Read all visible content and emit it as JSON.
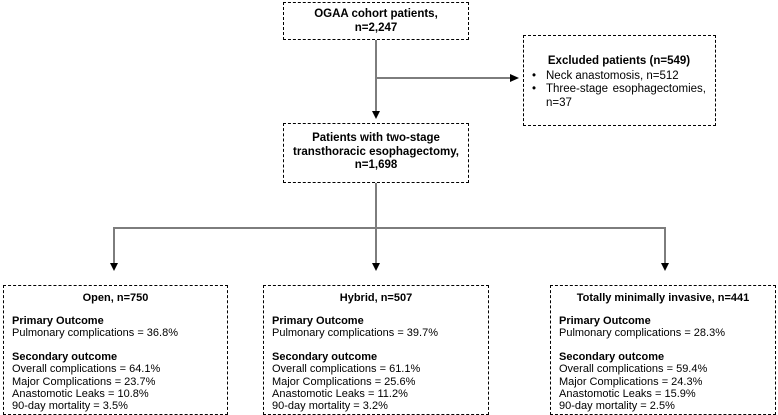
{
  "figure": {
    "top_box": {
      "line1": "OGAA cohort patients,",
      "line2": "n=2,247"
    },
    "excluded_box": {
      "title": "Excluded patients (n=549)",
      "bullet_glyph": "•",
      "item1": "Neck anastomosis, n=512",
      "item2_word1": "Three-stage",
      "item2_word2": "esophagectomies,",
      "item2_line2": "n=37"
    },
    "middle_box": {
      "line1": "Patients with two-stage",
      "line2": "transthoracic esophagectomy,",
      "line3": "n=1,698"
    },
    "outcome_boxes": [
      {
        "title": "Open, n=750",
        "primary_heading": "Primary Outcome",
        "primary_value": "Pulmonary complications = 36.8%",
        "secondary_heading": "Secondary outcome",
        "secondary_values": [
          "Overall complications = 64.1%",
          "Major Complications = 23.7%",
          "Anastomotic Leaks = 10.8%",
          "90-day mortality = 3.5%"
        ]
      },
      {
        "title": "Hybrid, n=507",
        "primary_heading": "Primary Outcome",
        "primary_value": "Pulmonary complications = 39.7%",
        "secondary_heading": "Secondary outcome",
        "secondary_values": [
          "Overall complications = 61.1%",
          "Major Complications = 25.6%",
          "Anastomotic Leaks = 11.2%",
          "90-day mortality = 3.2%"
        ]
      },
      {
        "title": "Totally minimally invasive, n=441",
        "primary_heading": "Primary Outcome",
        "primary_value": "Pulmonary complications = 28.3%",
        "secondary_heading": "Secondary outcome",
        "secondary_values": [
          "Overall complications = 59.4%",
          "Major Complications = 24.3%",
          "Anastomotic Leaks = 15.9%",
          "90-day mortality = 2.5%"
        ]
      }
    ]
  },
  "colors": {
    "line": "#7d7d7d",
    "arrowhead": "#000000",
    "box_border": "#000000",
    "background": "#ffffff",
    "text": "#000000"
  }
}
